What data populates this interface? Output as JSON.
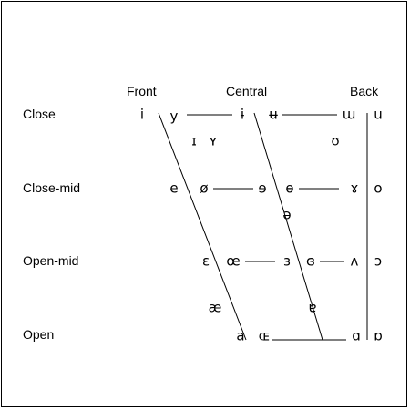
{
  "columns": {
    "front": "Front",
    "central": "Central",
    "back": "Back"
  },
  "rows": {
    "close": "Close",
    "close_mid": "Close-mid",
    "open_mid": "Open-mid",
    "open": "Open"
  },
  "vowels": {
    "i": "i",
    "y": "y",
    "barred_i": "ɨ",
    "barred_u": "ʉ",
    "unrounded_u": "ɯ",
    "u": "u",
    "small_cap_i": "ɪ",
    "small_cap_y": "ʏ",
    "upsilon": "ʊ",
    "e": "e",
    "slashed_o": "ø",
    "reversed_e": "ɘ",
    "barred_o": "ɵ",
    "rams_horns": "ɤ",
    "o": "o",
    "schwa": "ə",
    "epsilon": "ɛ",
    "oe_ligature": "œ",
    "reversed_epsilon": "ɜ",
    "closed_reversed_epsilon": "ɞ",
    "turned_v": "ʌ",
    "open_o": "ɔ",
    "ash": "æ",
    "turned_a": "ɐ",
    "a": "a",
    "small_cap_oe": "ɶ",
    "script_a": "ɑ",
    "turned_script_a": "ɒ"
  }
}
